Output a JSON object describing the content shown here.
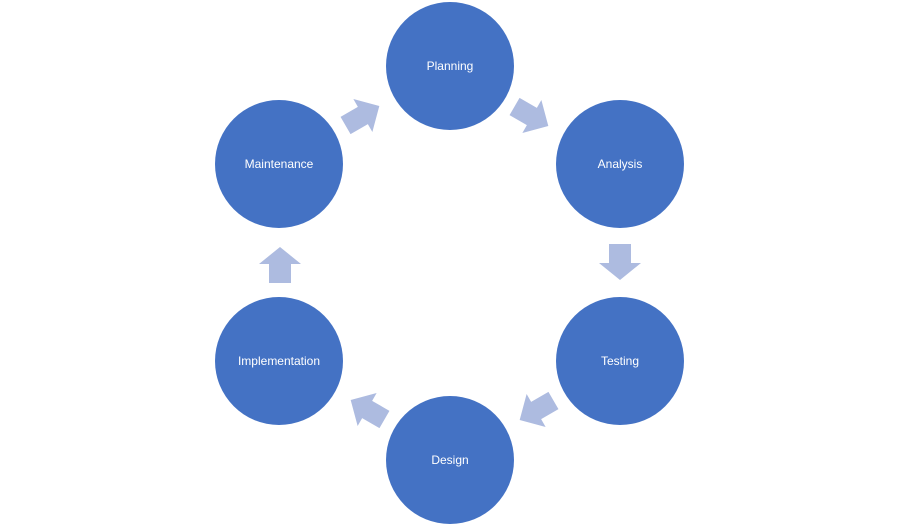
{
  "diagram": {
    "type": "cycle",
    "node_color": "#4472c4",
    "arrow_color": "#adbbe0",
    "label_color": "#ffffff",
    "nodes": [
      {
        "id": "planning",
        "label": "Planning"
      },
      {
        "id": "analysis",
        "label": "Analysis"
      },
      {
        "id": "testing",
        "label": "Testing"
      },
      {
        "id": "design",
        "label": "Design"
      },
      {
        "id": "implementation",
        "label": "Implementation"
      },
      {
        "id": "maintenance",
        "label": "Maintenance"
      }
    ],
    "edges": [
      {
        "from": "planning",
        "to": "analysis"
      },
      {
        "from": "analysis",
        "to": "testing"
      },
      {
        "from": "testing",
        "to": "design"
      },
      {
        "from": "design",
        "to": "implementation"
      },
      {
        "from": "implementation",
        "to": "maintenance"
      },
      {
        "from": "maintenance",
        "to": "planning"
      }
    ]
  }
}
